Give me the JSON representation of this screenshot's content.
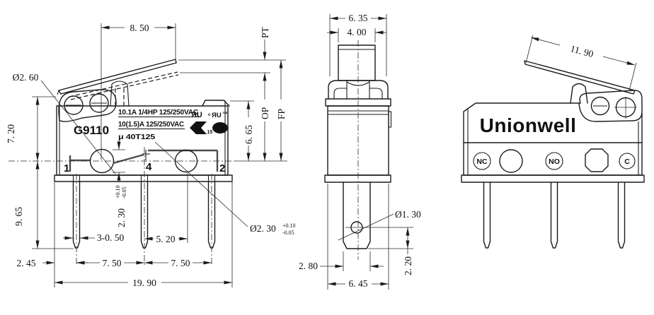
{
  "front_view": {
    "model": "G9110",
    "ratings": {
      "line1": "10.1A 1/4HP 125/250VAC",
      "line2": "10(1.5)A 125/250VAC",
      "line3": "μ 40T125"
    },
    "certs": {
      "ul_mark": "ЯU",
      "c_prefix": "c",
      "ul_mark2": "ЯU",
      "us_suffix": "us",
      "k_letter": "K",
      "k_number": "15",
      "cqc": "CQC"
    },
    "terminals": {
      "t1": "1",
      "t4": "4",
      "t2": "2"
    },
    "dims": {
      "lever_length": "8. 50",
      "lever_hole_dia": "Ø2. 60",
      "upper_height": "7. 20",
      "pin_length": "9. 65",
      "edge_to_pin": "2. 45",
      "pitch_a": "7. 50",
      "pitch_b": "7. 50",
      "overall_width": "19. 90",
      "pin_width": "3-0. 50",
      "hole_offset": "5. 20",
      "hole_height": "2. 30",
      "hole_height_tol_plus": "+0.10",
      "hole_height_tol_minus": "-0.05",
      "hole_dia": "Ø2. 30",
      "hole_dia_tol_plus": "+0.10",
      "hole_dia_tol_minus": "-0.05",
      "pt": "PT",
      "op": "OP",
      "fp": "FP",
      "case_height": "6. 65"
    }
  },
  "side_view": {
    "dims": {
      "cap_width": "6. 35",
      "plunger_width": "4. 00",
      "post_hole_dia": "Ø1. 30",
      "post_width": "2. 80",
      "hole_to_tip": "2. 20",
      "body_depth": "6. 45"
    }
  },
  "back_view": {
    "brand": "Unionwell",
    "terminals": {
      "nc": "NC",
      "no": "NO",
      "c": "C"
    },
    "dims": {
      "lever_length": "11. 90"
    }
  }
}
